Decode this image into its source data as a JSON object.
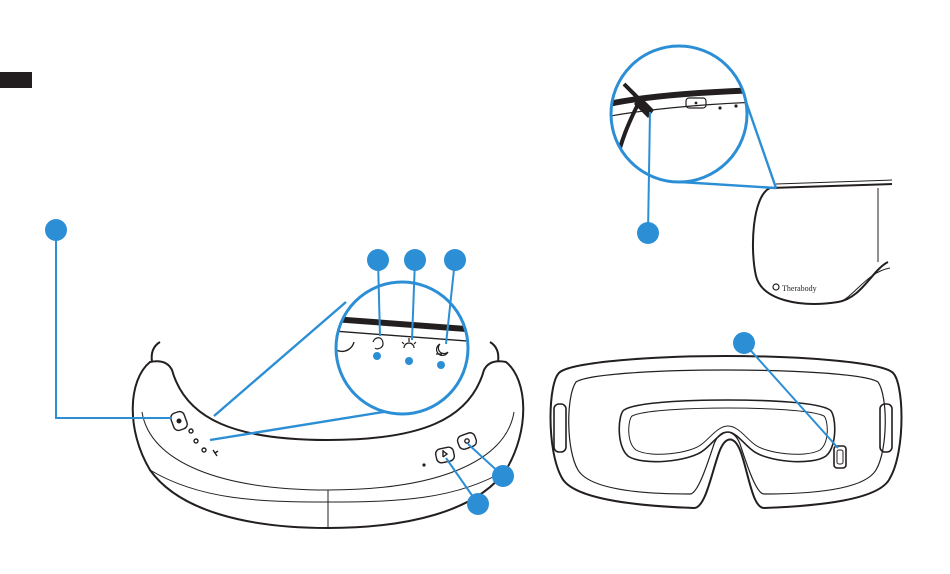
{
  "brand": {
    "logo_text": "Therabody"
  },
  "colors": {
    "callout": "#2c8fd6",
    "outline": "#231f20",
    "tab_marker": "#231f20"
  },
  "callouts": {
    "count": 8,
    "style": "filled blue circle, no label"
  },
  "icons": [
    "power-button-icon",
    "massage-mode-icon",
    "sunrise-mode-icon",
    "moon-mode-icon",
    "usb-port-icon",
    "bluetooth-button-icon",
    "heat-button-icon"
  ]
}
